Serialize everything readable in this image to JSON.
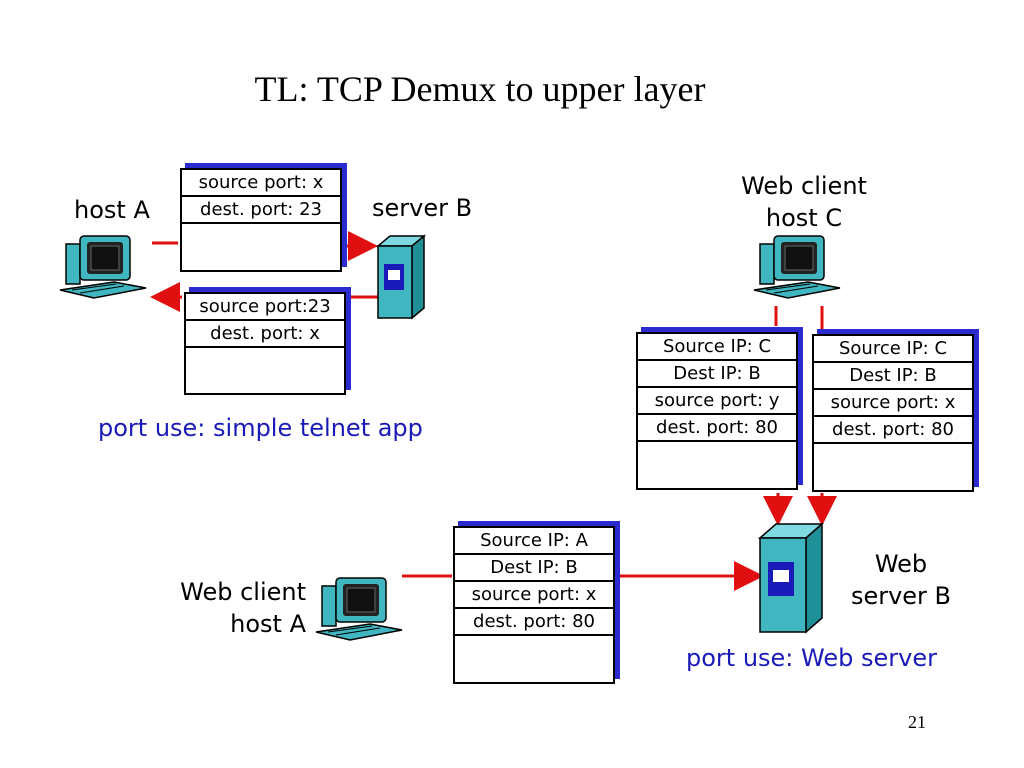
{
  "title": "TL: TCP Demux to upper layer",
  "page_number": "21",
  "colors": {
    "arrow": "#e01010",
    "packet_shadow": "#2b2bd0",
    "caption": "#1a1ab8"
  },
  "telnet": {
    "host_label": "host A",
    "server_label": "server B",
    "packet_out": [
      "source port: x",
      "dest. port: 23"
    ],
    "packet_back": [
      "source port:23",
      "dest. port: x"
    ],
    "caption": "port use: simple telnet app"
  },
  "web": {
    "client_c_label_line1": "Web client",
    "client_c_label_line2": "host C",
    "client_a_label_line1": "Web client",
    "client_a_label_line2": "host A",
    "server_label_line1": "Web",
    "server_label_line2": "server B",
    "packet_c1": [
      "Source IP: C",
      "Dest IP: B",
      "source port: y",
      "dest. port: 80"
    ],
    "packet_c2": [
      "Source IP: C",
      "Dest IP: B",
      "source port: x",
      "dest. port: 80"
    ],
    "packet_a": [
      "Source IP: A",
      "Dest IP: B",
      "source port: x",
      "dest. port: 80"
    ],
    "caption": "port use: Web server"
  }
}
